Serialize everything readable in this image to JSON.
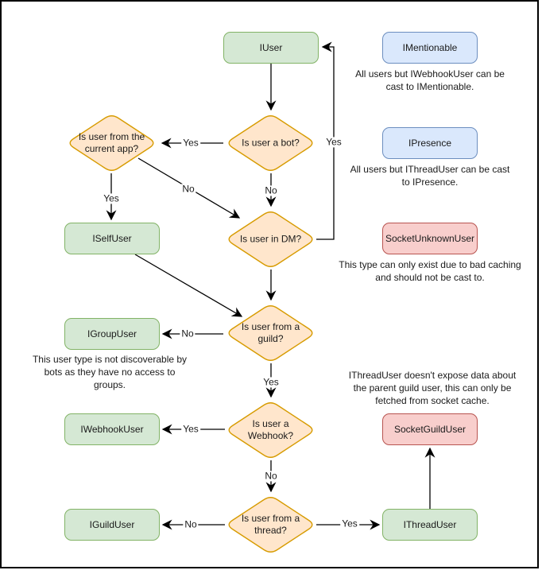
{
  "nodes": {
    "iuser": "IUser",
    "imentionable": "IMentionable",
    "ipresence": "IPresence",
    "iselfuser": "ISelfUser",
    "socketunknownuser": "SocketUnknownUser",
    "igroupuser": "IGroupUser",
    "iwebhookuser": "IWebhookUser",
    "socketguilduser": "SocketGuildUser",
    "iguilduser": "IGuildUser",
    "ithreaduser": "IThreadUser"
  },
  "decisions": {
    "is_bot": "Is user a bot?",
    "is_current_app": "Is user from the current app?",
    "is_dm": "Is user in DM?",
    "is_guild": "Is user from a guild?",
    "is_webhook": "Is user a Webhook?",
    "is_thread": "Is user from a thread?"
  },
  "notes": {
    "imentionable": "All users but IWebhookUser can be cast to IMentionable.",
    "ipresence": "All users but IThreadUser can be cast to IPresence.",
    "socketunknownuser": "This type can only exist due to bad caching and should not be cast to.",
    "igroupuser": "This user type is not discoverable by bots as they have no access to groups.",
    "ithreaduser": "IThreadUser doesn't expose data about the parent guild user, this can only be fetched from socket cache."
  },
  "edge_labels": {
    "bot_yes": "Yes",
    "bot_no": "No",
    "current_app_yes": "Yes",
    "current_app_no": "No",
    "dm_yes": "Yes",
    "guild_no": "No",
    "guild_yes": "Yes",
    "webhook_yes": "Yes",
    "webhook_no": "No",
    "thread_no": "No",
    "thread_yes": "Yes"
  },
  "colors": {
    "interface_fill": "#d5e8d4",
    "interface_stroke": "#82b366",
    "castable_fill": "#dae8fc",
    "castable_stroke": "#6c8ebf",
    "socket_fill": "#f8cecc",
    "socket_stroke": "#b85450",
    "decision_fill": "#ffe6cc",
    "decision_stroke": "#d79b00",
    "edge_color": "#000000"
  }
}
